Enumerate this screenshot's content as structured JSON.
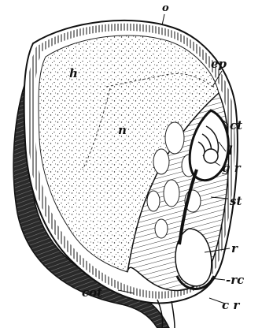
{
  "labels": {
    "o": "o",
    "h": "h",
    "ep": "ep",
    "ct": "ct",
    "n": "n",
    "l": "l",
    "gr": "g r",
    "st": "st",
    "r": "r",
    "rc": "-rc",
    "cot": "cot",
    "cr": "c r"
  }
}
